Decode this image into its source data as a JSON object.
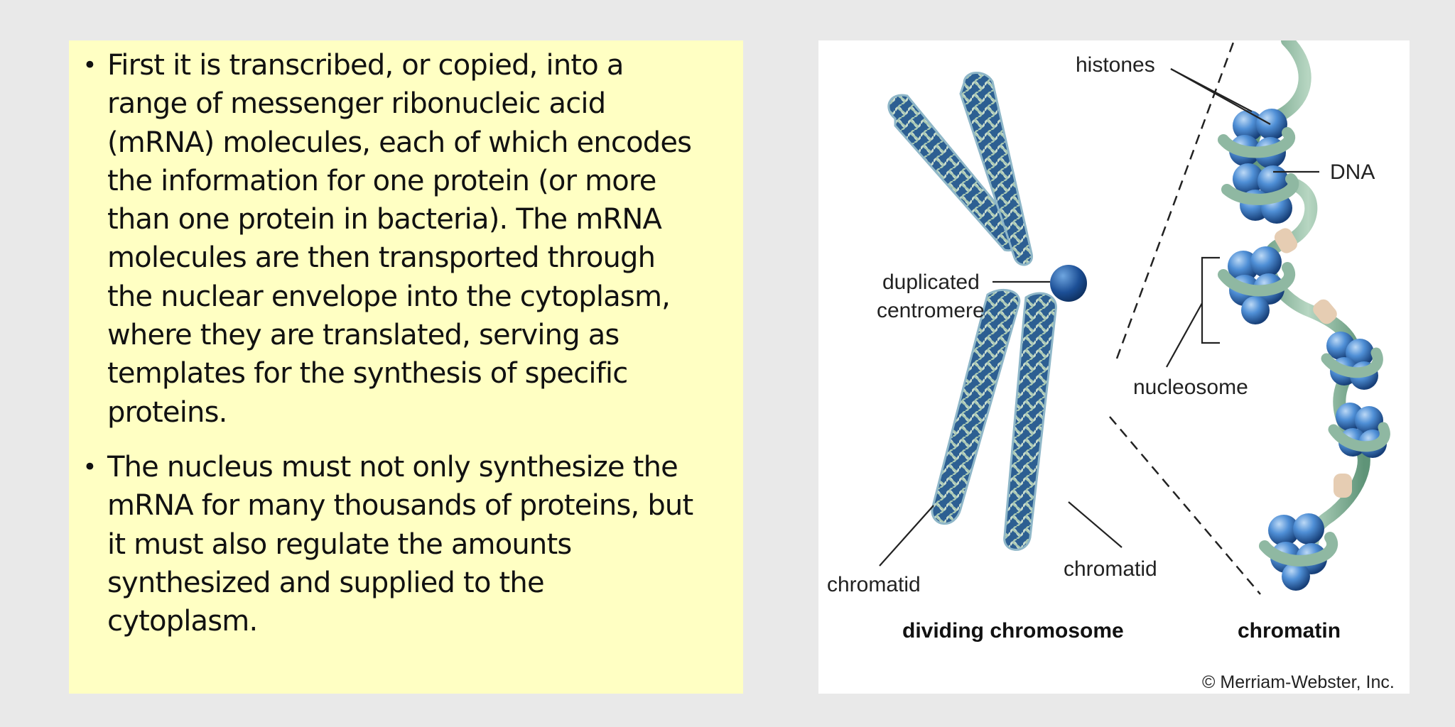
{
  "bullets": [
    {
      "lines": [
        "First it is transcribed, or copied, into a",
        "range of messenger ribonucleic acid",
        "(mRNA) molecules, each of which encodes",
        "the information for one protein (or more",
        "than one protein in bacteria). The mRNA",
        "molecules are then transported through",
        "the nuclear envelope into the cytoplasm,",
        "where they are translated, serving as",
        "templates for the synthesis of specific",
        "proteins."
      ]
    },
    {
      "lines": [
        "The nucleus must not only synthesize the",
        "mRNA for many thousands of proteins, but",
        "it must also regulate the amounts",
        "synthesized and supplied to the",
        "cytoplasm."
      ]
    }
  ],
  "figure": {
    "labels": {
      "histones": "histones",
      "dna": "DNA",
      "duplicated": "duplicated",
      "centromere": "centromere",
      "nucleosome": "nucleosome",
      "chromatid_left": "chromatid",
      "chromatid_right": "chromatid"
    },
    "captions": {
      "dividing_chromosome": "dividing chromosome",
      "chromatin": "chromatin"
    },
    "copyright": "© Merriam-Webster, Inc."
  },
  "colors": {
    "text_panel_bg": "#ffffc3",
    "page_bg": "#e9e9e9",
    "histone_blue": "#2f6db5",
    "dna_green": "#8fb8a2",
    "linker_tan": "#e6cdb3"
  }
}
